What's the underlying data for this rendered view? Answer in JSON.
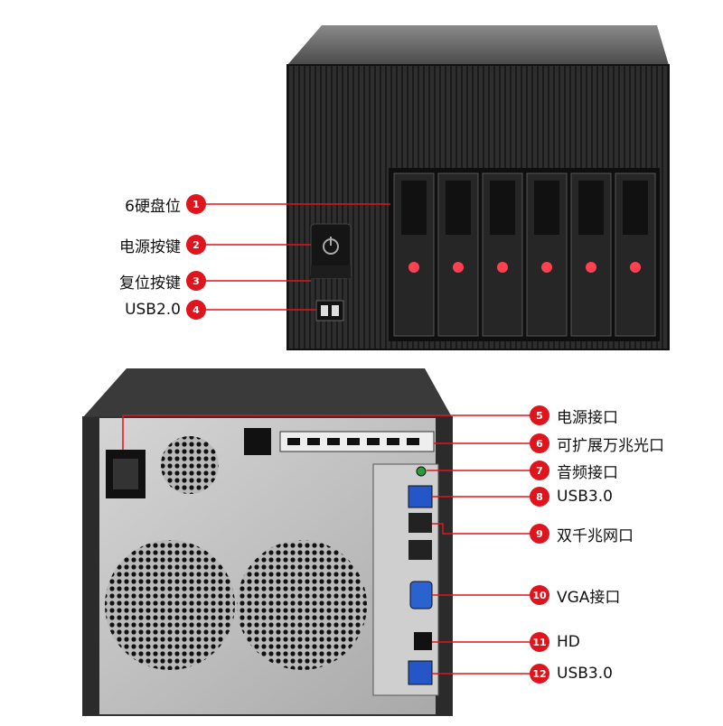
{
  "front_callouts": [
    {
      "num": "1",
      "label": "6硬盘位"
    },
    {
      "num": "2",
      "label": "电源按键"
    },
    {
      "num": "3",
      "label": "复位按键"
    },
    {
      "num": "4",
      "label": "USB2.0"
    }
  ],
  "rear_callouts": [
    {
      "num": "5",
      "label": "电源接口"
    },
    {
      "num": "6",
      "label": "可扩展万兆光口"
    },
    {
      "num": "7",
      "label": "音频接口"
    },
    {
      "num": "8",
      "label": "USB3.0"
    },
    {
      "num": "9",
      "label": "双千兆网口"
    },
    {
      "num": "10",
      "label": "VGA接口"
    },
    {
      "num": "11",
      "label": "HD"
    },
    {
      "num": "12",
      "label": "USB3.0"
    }
  ],
  "colors": {
    "badge": "#e0141c",
    "line": "#e0141c",
    "chassis": "#2b2b2b",
    "bay_led": "#ff4050"
  }
}
